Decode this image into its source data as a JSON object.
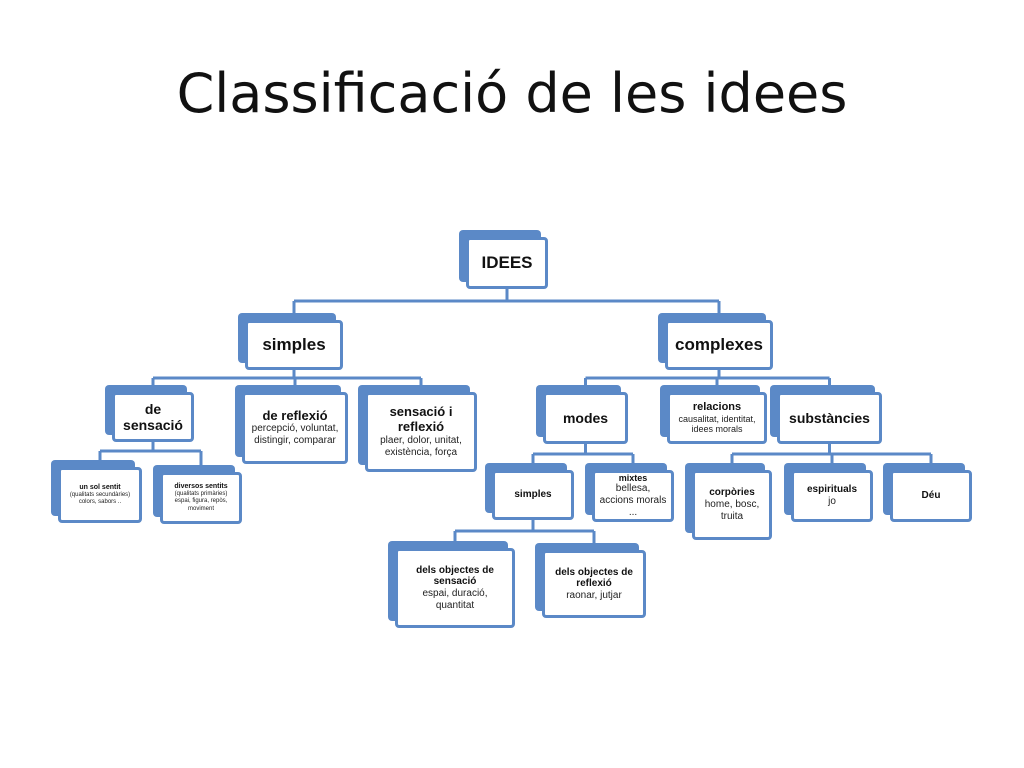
{
  "title": "Classificació de les idees",
  "colors": {
    "accent": "#5b89c7",
    "line": "#5b89c7",
    "text": "#111111",
    "background": "#ffffff"
  },
  "nodes": [
    {
      "id": "idees",
      "title": "IDEES",
      "subtitle": ""
    },
    {
      "id": "simples",
      "title": "simples",
      "subtitle": ""
    },
    {
      "id": "complexes",
      "title": "complexes",
      "subtitle": ""
    },
    {
      "id": "de-sensacio",
      "title": "de sensació",
      "subtitle": ""
    },
    {
      "id": "de-reflexio",
      "title": "de reflexió",
      "subtitle": "percepció, voluntat, distingir, comparar"
    },
    {
      "id": "sensacio-i-reflexio",
      "title": "sensació i reflexió",
      "subtitle": "plaer, dolor, unitat, existència, força"
    },
    {
      "id": "un-sol-sentit",
      "title": "un sol sentit",
      "subtitle": "(qualitats secundàries) colors, sabors .."
    },
    {
      "id": "diversos-sentits",
      "title": "diversos sentits",
      "subtitle": "(qualitats primàries) espai, figura, repòs, moviment"
    },
    {
      "id": "modes",
      "title": "modes",
      "subtitle": ""
    },
    {
      "id": "relacions",
      "title": "relacions",
      "subtitle": "causalitat, identitat, idees morals"
    },
    {
      "id": "substancies",
      "title": "substàncies",
      "subtitle": ""
    },
    {
      "id": "modes-simples",
      "title": "simples",
      "subtitle": ""
    },
    {
      "id": "mixtes",
      "title": "mixtes",
      "subtitle": "bellesa, accions morals ..."
    },
    {
      "id": "corpories",
      "title": "corpòries",
      "subtitle": "home, bosc, truita"
    },
    {
      "id": "espirituals",
      "title": "espirituals",
      "subtitle": "jo"
    },
    {
      "id": "deu",
      "title": "Déu",
      "subtitle": ""
    },
    {
      "id": "objectes-sensacio",
      "title": "dels objectes de sensació",
      "subtitle": "espai, duració, quantitat"
    },
    {
      "id": "objectes-reflexio",
      "title": "dels objectes de reflexió",
      "subtitle": "raonar, jutjar"
    }
  ],
  "edges": [
    [
      "idees",
      "simples"
    ],
    [
      "idees",
      "complexes"
    ],
    [
      "simples",
      "de-sensacio"
    ],
    [
      "simples",
      "de-reflexio"
    ],
    [
      "simples",
      "sensacio-i-reflexio"
    ],
    [
      "de-sensacio",
      "un-sol-sentit"
    ],
    [
      "de-sensacio",
      "diversos-sentits"
    ],
    [
      "complexes",
      "modes"
    ],
    [
      "complexes",
      "relacions"
    ],
    [
      "complexes",
      "substancies"
    ],
    [
      "modes",
      "modes-simples"
    ],
    [
      "modes",
      "mixtes"
    ],
    [
      "substancies",
      "corpories"
    ],
    [
      "substancies",
      "espirituals"
    ],
    [
      "substancies",
      "deu"
    ],
    [
      "modes-simples",
      "objectes-sensacio"
    ],
    [
      "modes-simples",
      "objectes-reflexio"
    ]
  ]
}
